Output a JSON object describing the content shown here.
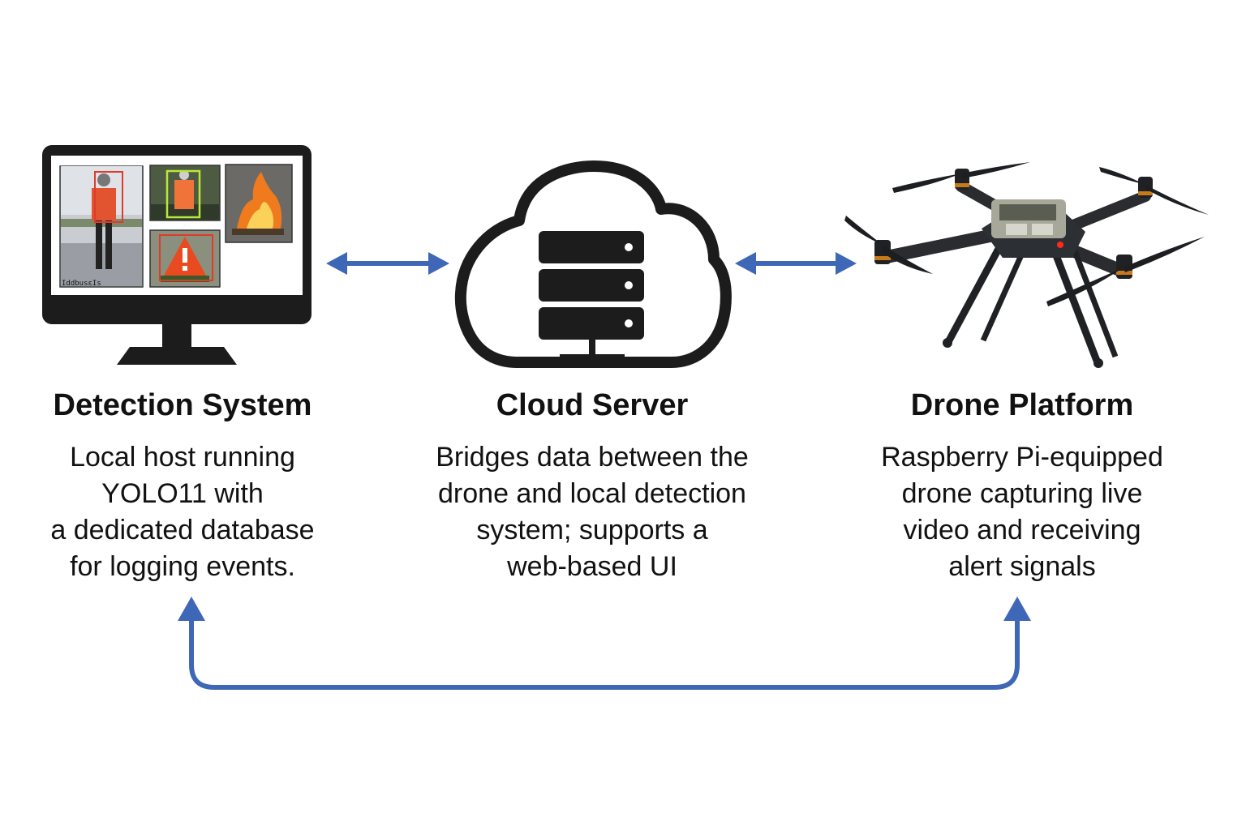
{
  "colors": {
    "arrow": "#3f67b8",
    "ink": "#111111",
    "monitor_bezel": "#1c1c1c",
    "screen": "#ffffff",
    "fire": "#f07a1e",
    "bbox_red": "#e03a2a",
    "bbox_green": "#b9e63a"
  },
  "nodes": {
    "detection": {
      "title": "Detection System",
      "desc": [
        "Local host running",
        "YOLO11 with",
        "a dedicated database",
        "for logging events."
      ],
      "icon": "monitor-icon",
      "screen_caption": "IddbusεIs"
    },
    "cloud": {
      "title": "Cloud Server",
      "desc": [
        "Bridges data between the",
        "drone and local detection",
        "system; supports a",
        "web-based UI"
      ],
      "icon": "cloud-server-icon"
    },
    "drone": {
      "title": "Drone Platform",
      "desc": [
        "Raspberry Pi-equipped",
        "drone capturing live",
        "video and receiving",
        "alert signals"
      ],
      "icon": "drone-icon"
    }
  },
  "connections": [
    {
      "from": "detection",
      "to": "cloud",
      "direction": "bidirectional"
    },
    {
      "from": "cloud",
      "to": "drone",
      "direction": "bidirectional"
    },
    {
      "from": "detection",
      "to": "drone",
      "direction": "bidirectional"
    }
  ]
}
